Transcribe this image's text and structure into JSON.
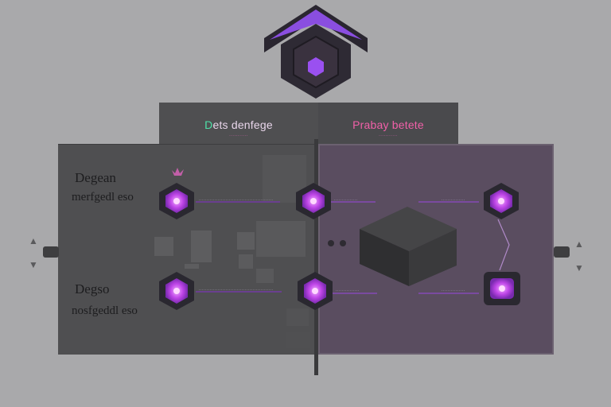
{
  "header": {
    "left_title": "Dets denfege",
    "left_sub": "...........",
    "right_title": "Prabay betete",
    "right_sub": "..........."
  },
  "rows": [
    {
      "label": "Degean",
      "sub": "merfgedl eso"
    },
    {
      "label": "Degso",
      "sub": "nosfgeddl eso"
    }
  ],
  "edges": [
    {
      "label": "..............................................."
    },
    {
      "label": "..............."
    },
    {
      "label": "..............."
    },
    {
      "label": "..............................................."
    },
    {
      "label": "..............."
    },
    {
      "label": "..............."
    }
  ],
  "colors": {
    "background": "#a9a9ab",
    "panel": "#4f4f51",
    "accent_purple": "#a64dff",
    "node_glow": "#c46df0",
    "left_title": "#e8d5ea",
    "left_title_accent": "#4ee0a8",
    "right_title": "#f060a8",
    "cube": "#39393b"
  },
  "icons": [
    "hex-logo-icon",
    "node-hex-icon",
    "cube-icon",
    "crown-icon",
    "arrow-icon"
  ]
}
